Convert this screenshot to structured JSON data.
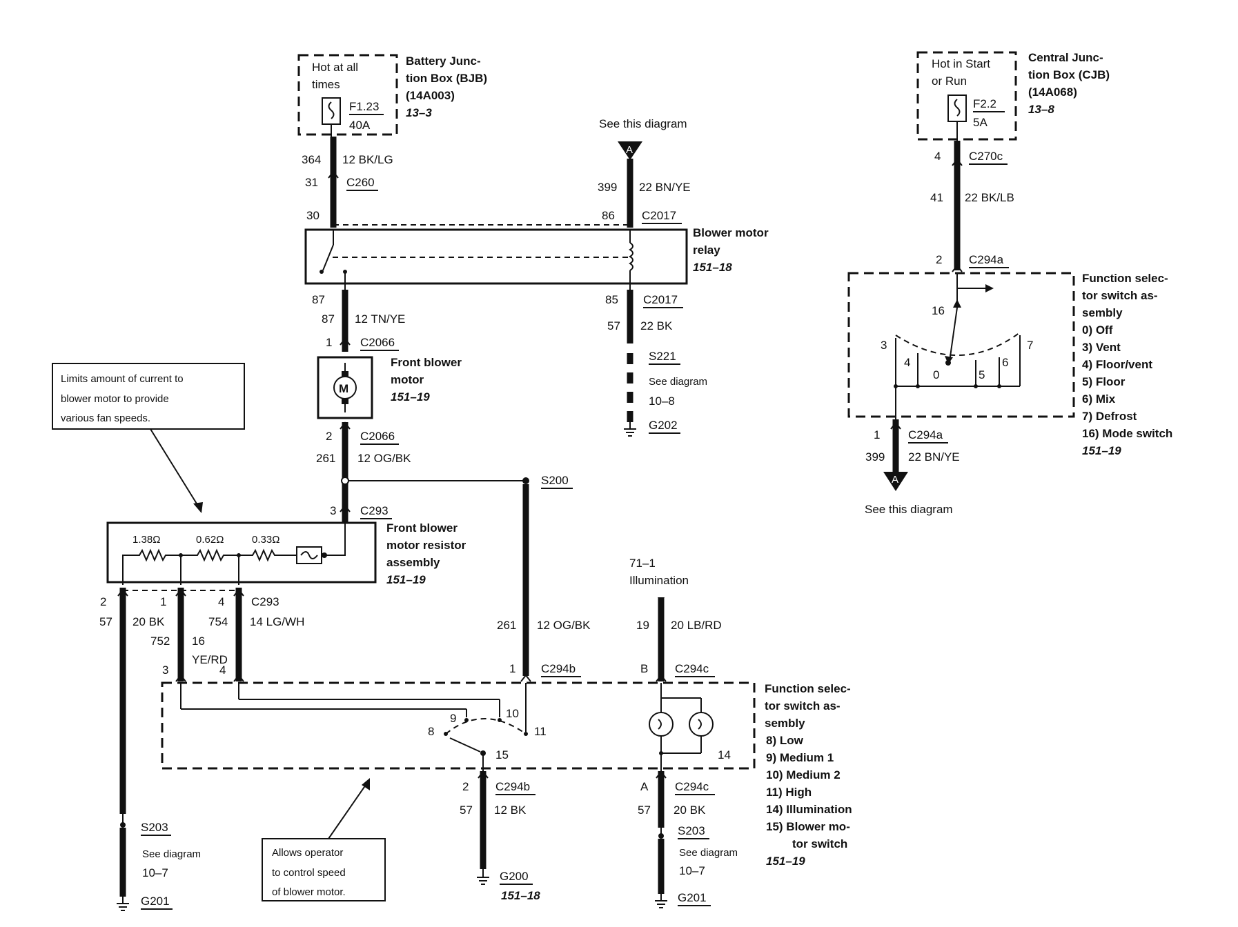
{
  "bjb": {
    "hot_label": [
      "Hot at all",
      "times"
    ],
    "fuse": "F1.23",
    "amps": "40A",
    "name": [
      "Battery Junc-",
      "tion Box (BJB)",
      "(14A003)"
    ],
    "ref": "13–3"
  },
  "cjb": {
    "hot_label": [
      "Hot in Start",
      "or Run"
    ],
    "fuse": "F2.2",
    "amps": "5A",
    "name": [
      "Central Junc-",
      "tion Box (CJB)",
      "(14A068)"
    ],
    "ref": "13–8"
  },
  "see_this_diagram": [
    "See this diagram",
    "See this  diagram"
  ],
  "connector_a": "A",
  "wires": {
    "w364": {
      "circuit": "364",
      "spec": "12 BK/LG"
    },
    "w31": {
      "pin": "31",
      "conn": "C260"
    },
    "w30": {
      "pin": "30"
    },
    "w399_top": {
      "circuit": "399",
      "spec": "22 BN/YE"
    },
    "w86": {
      "pin": "86",
      "conn": "C2017"
    },
    "w87a": {
      "pin": "87"
    },
    "w87b": {
      "circuit": "87",
      "spec": "12 TN/YE"
    },
    "w1_c2066": {
      "pin": "1",
      "conn": "C2066"
    },
    "w85": {
      "pin": "85",
      "conn": "C2017"
    },
    "w57_22bk": {
      "circuit": "57",
      "spec": "22 BK"
    },
    "w2_c2066": {
      "pin": "2",
      "conn": "C2066"
    },
    "w261": {
      "circuit": "261",
      "spec": "12 OG/BK"
    },
    "w4_c270c": {
      "pin": "4",
      "conn": "C270c"
    },
    "w41": {
      "circuit": "41",
      "spec": "22 BK/LB"
    },
    "w2_c294a": {
      "pin": "2",
      "conn": "C294a"
    },
    "w1_c294a": {
      "pin": "1",
      "conn": "C294a"
    },
    "w399_right": {
      "circuit": "399",
      "spec": "22 BN/YE"
    },
    "w3_c293": {
      "pin": "3",
      "conn": "C293"
    }
  },
  "s221": {
    "splice": "S221",
    "see": "See diagram",
    "ref": "10–8",
    "ground": "G202"
  },
  "relay": {
    "name": [
      "Blower motor",
      "relay"
    ],
    "ref": "151–18"
  },
  "motor": {
    "name": [
      "Front blower",
      "motor"
    ],
    "ref": "151–19",
    "symbol": "M"
  },
  "callout_limits": [
    "Limits amount of current to",
    "blower motor to provide",
    "various fan speeds."
  ],
  "callout_allows": [
    "Allows operator",
    "to control speed",
    "of blower motor."
  ],
  "s200": "S200",
  "resistor": {
    "name": [
      "Front blower",
      "motor resistor",
      "assembly"
    ],
    "ref": "151–19",
    "values": [
      "1.38Ω",
      "0.62Ω",
      "0.33Ω"
    ]
  },
  "res_out": {
    "pins": [
      "2",
      "1",
      "4"
    ],
    "conn": "C293",
    "c57": "57",
    "c57_spec": "20 BK",
    "c754": "754",
    "c754_spec": "14 LG/WH",
    "c752": "752",
    "c752_spec": [
      "16",
      "YE/RD"
    ]
  },
  "sw_top": {
    "p3": "3",
    "p4": "4",
    "p1": "1",
    "c294b": "C294b",
    "c261": "261",
    "c261_spec": "12 OG/BK",
    "illum": [
      "71–1",
      "Illumination"
    ],
    "c19": "19",
    "c19_spec": "20 LB/RD",
    "pB": "B",
    "c294c": "C294c"
  },
  "switch_internal": {
    "n9": "9",
    "n10": "10",
    "n8": "8",
    "n11": "11",
    "n15": "15",
    "n14": "14"
  },
  "fs_bottom": {
    "name": [
      "Function selec-",
      "tor switch as-",
      "sembly"
    ],
    "items": [
      "8)    Low",
      "9)    Medium 1",
      "10)  Medium 2",
      "11)  High",
      "14)  Illumination",
      "15)  Blower mo-",
      "tor switch"
    ],
    "ref": "151–19"
  },
  "fs_top": {
    "name": [
      "Function selec-",
      "tor switch as-",
      "sembly"
    ],
    "items": [
      "0)    Off",
      "3)    Vent",
      "4)    Floor/vent",
      "5)    Floor",
      "6)    Mix",
      "7)    Defrost",
      "16)  Mode switch"
    ],
    "ref": "151–19",
    "nodes": {
      "n16": "16",
      "n3": "3",
      "n4": "4",
      "n0": "0",
      "n5": "5",
      "n6": "6",
      "n7": "7"
    }
  },
  "g200_group": {
    "pin": "2",
    "conn": "C294b",
    "circuit": "57",
    "spec": "12 BK",
    "ground": "G200",
    "ref": "151–18"
  },
  "g201_right": {
    "pin": "A",
    "conn": "C294c",
    "circuit": "57",
    "spec": "20 BK",
    "splice": "S203",
    "see": "See diagram",
    "ref": "10–7",
    "ground": "G201"
  },
  "g201_left": {
    "splice": "S203",
    "see": "See diagram",
    "ref": "10–7",
    "ground": "G201"
  }
}
